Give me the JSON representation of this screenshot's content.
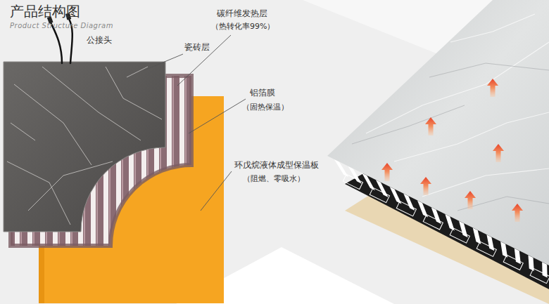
{
  "diagram": {
    "title": "产品结构图",
    "labels": [
      "Product Structure Diagram",
      "公接头",
      "瓷砖层",
      "碳纤维发热层",
      "（热转化率99%）",
      "铝箔膜",
      "（固热保温）",
      "环戊烷液体成型保温板",
      "（阻燃、零吸水）"
    ]
  }
}
